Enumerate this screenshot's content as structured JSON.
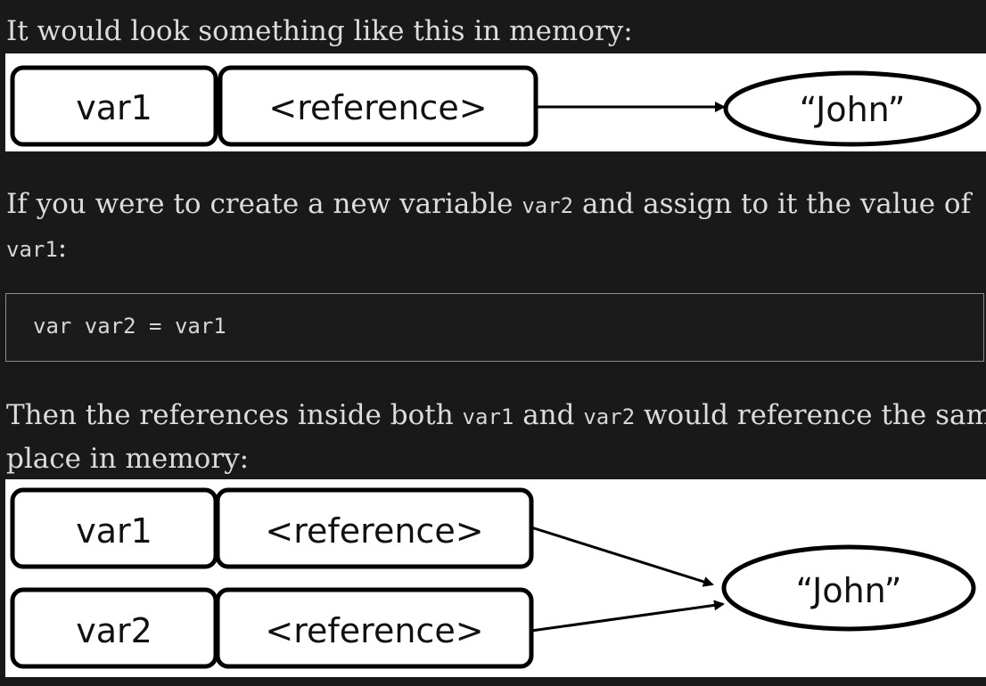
{
  "paragraphs": {
    "p1": "It would look something like this in memory:",
    "p2_before": "If you were to create a new variable ",
    "p2_code1": "var2",
    "p2_after": " and assign to it the value of",
    "p2_code2": "var1",
    "p2_end": ":",
    "p3_before": "Then the references inside both ",
    "p3_code1": "var1",
    "p3_mid": " and ",
    "p3_code2": "var2",
    "p3_after": " would reference the same",
    "p3_line2": "place in memory:"
  },
  "code": {
    "line": "var var2 = var1"
  },
  "diagram1": {
    "var_label": "var1",
    "ref_label": "<reference>",
    "value_label": "“John”"
  },
  "diagram2": {
    "var1_label": "var1",
    "var2_label": "var2",
    "ref1_label": "<reference>",
    "ref2_label": "<reference>",
    "value_label": "“John”"
  }
}
